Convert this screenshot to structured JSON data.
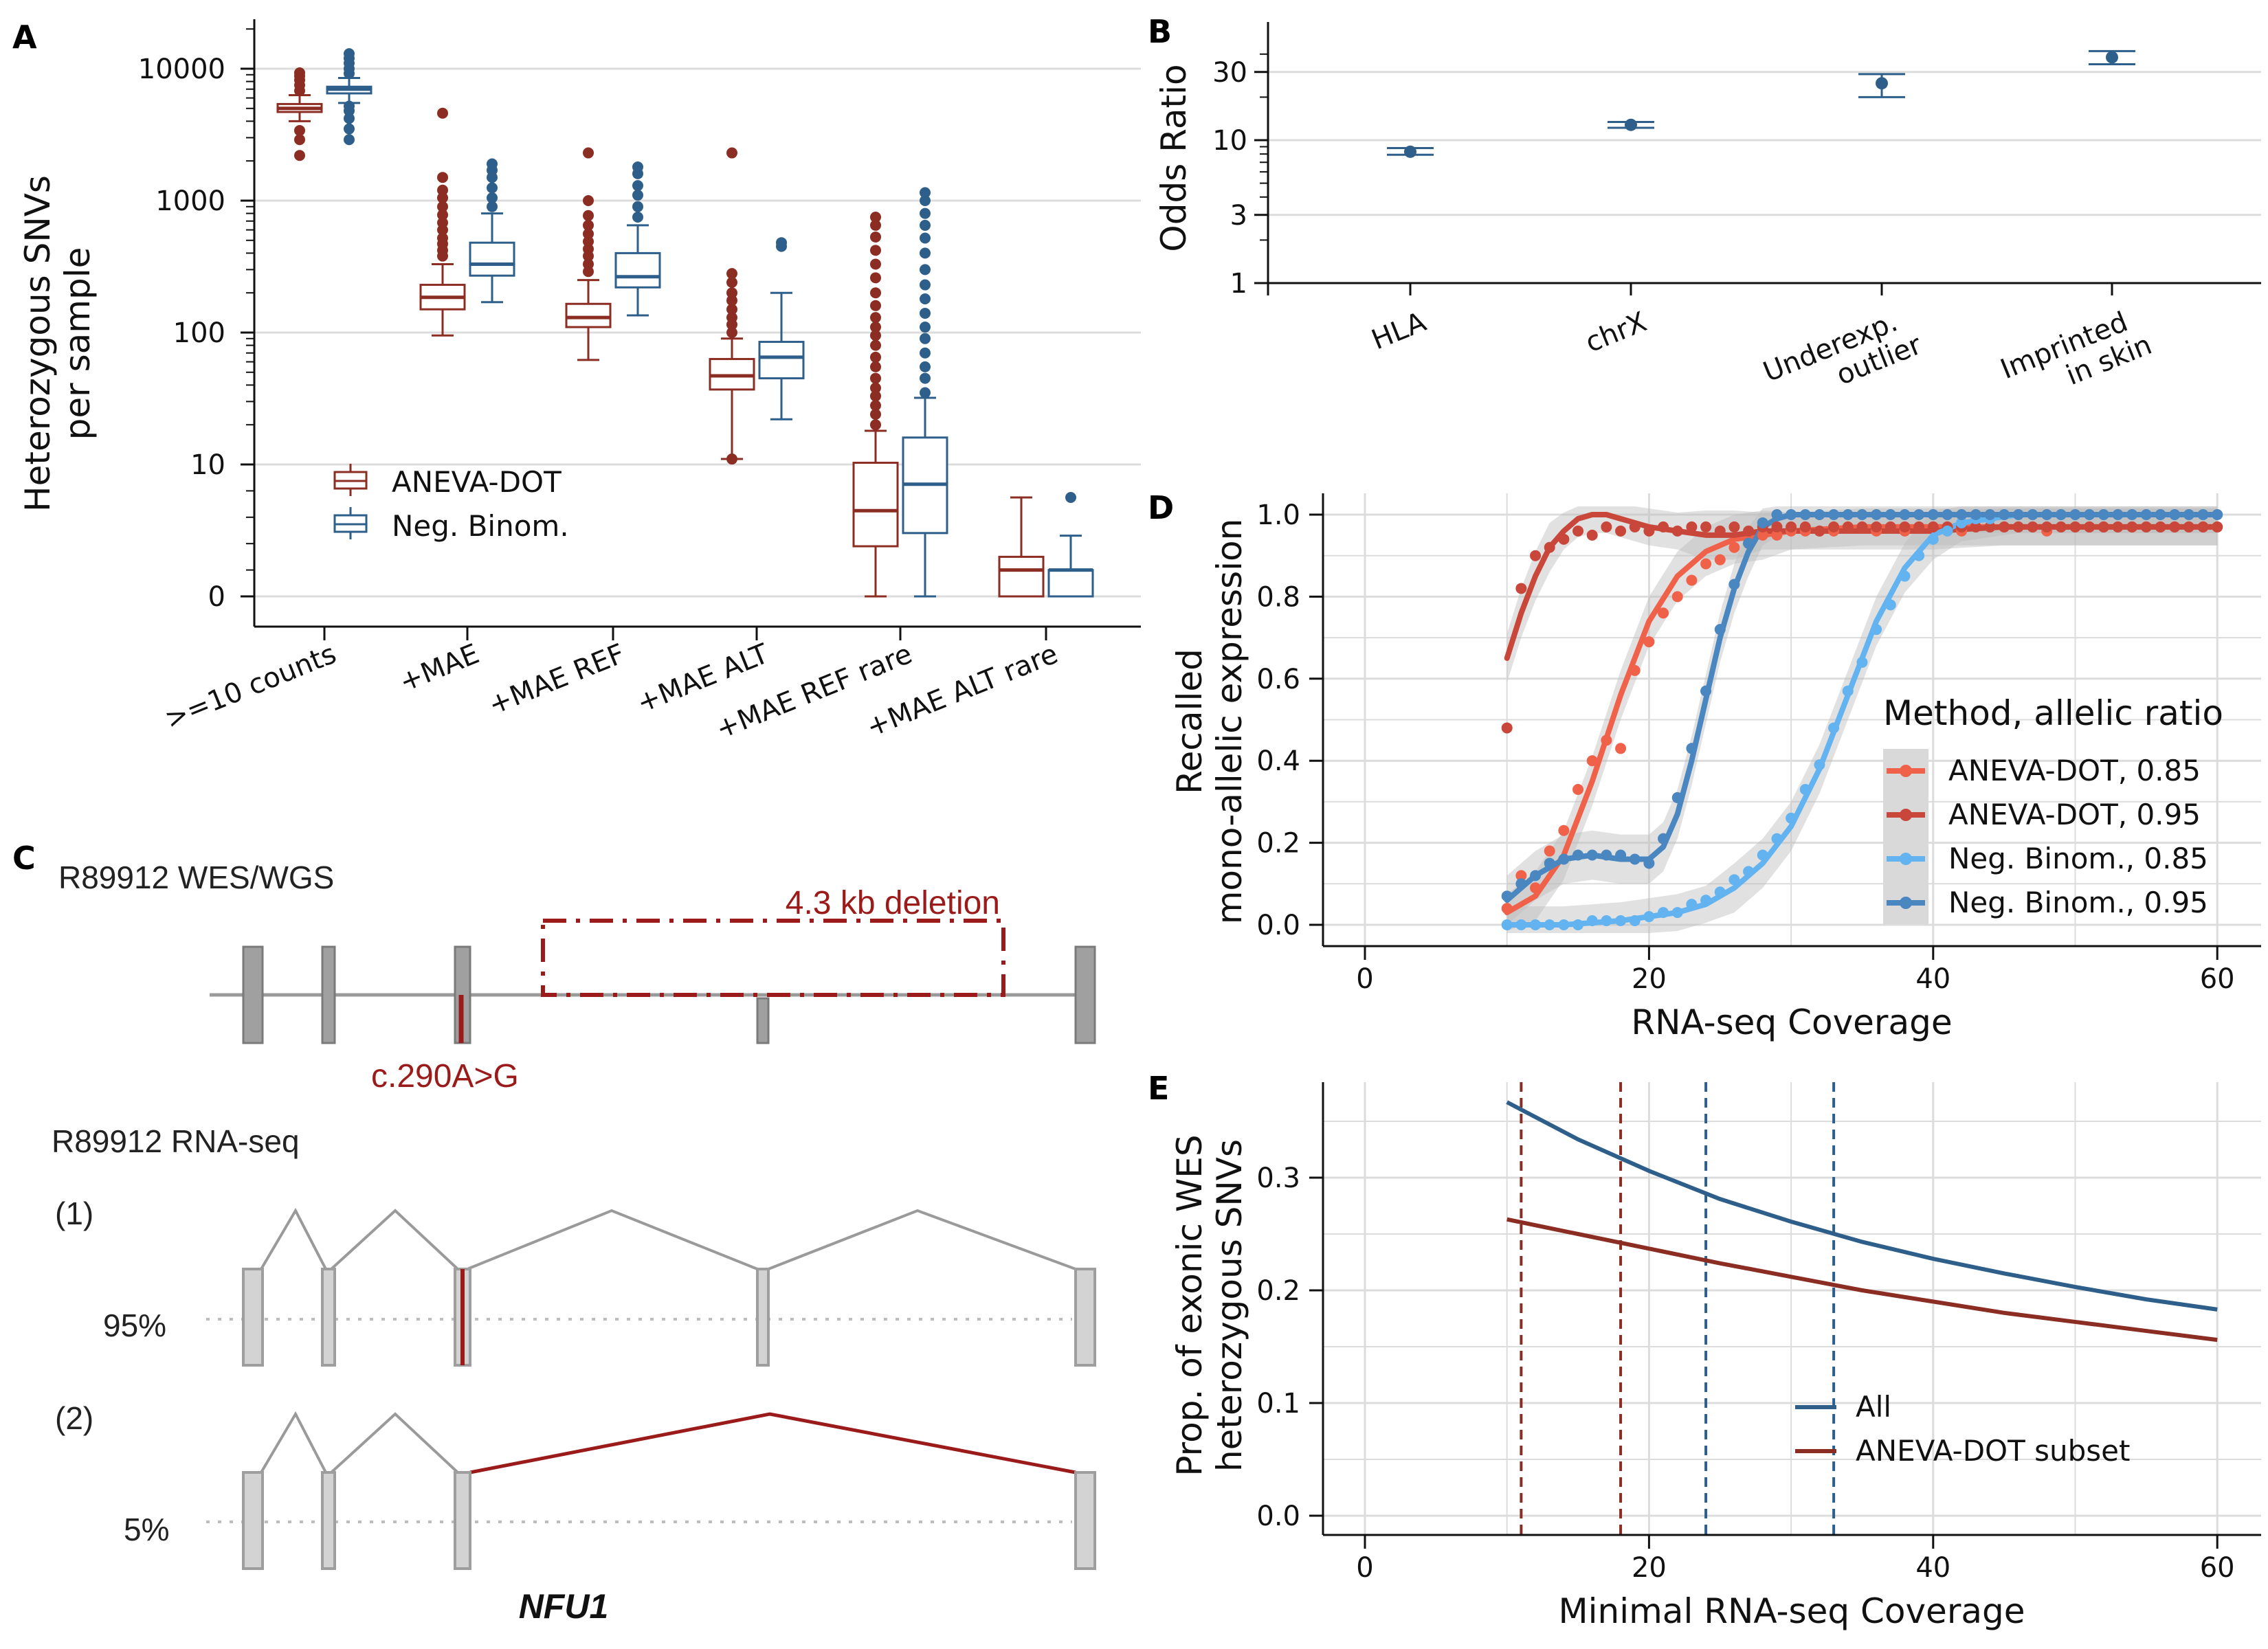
{
  "panels": {
    "A": {
      "label": "A"
    },
    "B": {
      "label": "B"
    },
    "C": {
      "label": "C"
    },
    "D": {
      "label": "D"
    },
    "E": {
      "label": "E"
    }
  },
  "colors": {
    "aneva": "#8c2d23",
    "negbinom": "#2e5f8a",
    "aneva085": "#f0614a",
    "aneva095": "#c8473a",
    "nb085": "#63b3f0",
    "nb095": "#4a86c0",
    "grid": "#dcdcdc",
    "exon": "#a8a8a8",
    "variant": "#9b1b1b"
  },
  "chart_data": [
    {
      "panel": "A",
      "type": "box",
      "ylabel": "Heterozygous SNVs per sample",
      "ylabel_lines": [
        "Heterozygous SNVs",
        "per sample"
      ],
      "yscale": "symlog",
      "yticks": [
        "0",
        "10",
        "100",
        "1000",
        "10000"
      ],
      "categories": [
        ">=10 counts",
        "+MAE",
        "+MAE REF",
        "+MAE ALT",
        "+MAE REF rare",
        "+MAE ALT rare"
      ],
      "legend": [
        "ANEVA-DOT",
        "Neg. Binom."
      ],
      "series": [
        {
          "name": "ANEVA-DOT",
          "boxes": [
            {
              "q1": 4700,
              "median": 5000,
              "q3": 5400,
              "wlo": 4000,
              "whi": 6300,
              "outliers": [
                2200,
                2900,
                3400,
                6800,
                7500,
                8200,
                8800,
                9300
              ]
            },
            {
              "q1": 150,
              "median": 185,
              "q3": 230,
              "wlo": 95,
              "whi": 330,
              "outliers": [
                380,
                420,
                470,
                520,
                600,
                680,
                780,
                900,
                1050,
                1200,
                1500,
                4600
              ]
            },
            {
              "q1": 110,
              "median": 130,
              "q3": 165,
              "wlo": 62,
              "whi": 250,
              "outliers": [
                290,
                330,
                380,
                430,
                490,
                560,
                650,
                770,
                1000,
                2300
              ]
            },
            {
              "q1": 37,
              "median": 47,
              "q3": 63,
              "wlo": 11,
              "whi": 90,
              "outliers": [
                11,
                100,
                115,
                130,
                150,
                175,
                200,
                240,
                280,
                2300
              ]
            },
            {
              "q1": 3.8,
              "median": 6.5,
              "q3": 10.3,
              "wlo": 0,
              "whi": 18,
              "outliers": [
                20,
                24,
                28,
                33,
                38,
                45,
                55,
                65,
                80,
                95,
                110,
                130,
                160,
                200,
                260,
                330,
                420,
                530,
                650,
                750
              ]
            },
            {
              "q1": 0,
              "median": 2,
              "q3": 3,
              "wlo": 0,
              "whi": 7.5,
              "outliers": []
            }
          ]
        },
        {
          "name": "Neg. Binom.",
          "boxes": [
            {
              "q1": 6500,
              "median": 7000,
              "q3": 7300,
              "wlo": 5500,
              "whi": 8500,
              "outliers": [
                2900,
                3500,
                4200,
                4800,
                5200,
                9200,
                10000,
                11000,
                12000,
                13000
              ]
            },
            {
              "q1": 270,
              "median": 330,
              "q3": 480,
              "wlo": 170,
              "whi": 800,
              "outliers": [
                900,
                1050,
                1250,
                1500,
                1700,
                1900
              ]
            },
            {
              "q1": 220,
              "median": 265,
              "q3": 400,
              "wlo": 135,
              "whi": 650,
              "outliers": [
                750,
                900,
                1100,
                1300,
                1600,
                1800
              ]
            },
            {
              "q1": 45,
              "median": 65,
              "q3": 85,
              "wlo": 22,
              "whi": 200,
              "outliers": [
                450,
                480
              ]
            },
            {
              "q1": 4.8,
              "median": 8.5,
              "q3": 16,
              "wlo": 0,
              "whi": 32,
              "outliers": [
                35,
                45,
                55,
                70,
                90,
                110,
                140,
                180,
                230,
                300,
                400,
                520,
                650,
                800,
                1000,
                1150
              ]
            },
            {
              "q1": 0,
              "median": 2,
              "q3": 2,
              "wlo": 0,
              "whi": 4.6,
              "outliers": [
                7.5
              ]
            }
          ]
        }
      ]
    },
    {
      "panel": "B",
      "type": "errorbar",
      "ylabel": "Odds Ratio",
      "yscale": "log",
      "yticks": [
        "1",
        "3",
        "10",
        "30"
      ],
      "categories": [
        "HLA",
        "chrX",
        "Underexp. outlier",
        "Imprinted in skin"
      ],
      "category_lines": [
        [
          "HLA"
        ],
        [
          "chrX"
        ],
        [
          "Underexp.",
          "outlier"
        ],
        [
          "Imprinted",
          "in skin"
        ]
      ],
      "values": [
        8.3,
        12.8,
        25,
        38
      ],
      "ci_low": [
        7.9,
        12.2,
        20,
        34
      ],
      "ci_high": [
        8.8,
        13.4,
        29,
        42
      ]
    },
    {
      "panel": "D",
      "type": "line",
      "xlabel": "RNA-seq Coverage",
      "ylabel": "Recalled mono-allelic expression",
      "ylabel_lines": [
        "Recalled",
        "mono-allelic expression"
      ],
      "xticks": [
        "0",
        "20",
        "40",
        "60"
      ],
      "yticks": [
        "0.0",
        "0.2",
        "0.4",
        "0.6",
        "0.8",
        "1.0"
      ],
      "xlim": [
        -3,
        63
      ],
      "ylim": [
        -0.06,
        1.05
      ],
      "legend_title": "Method, allelic ratio",
      "x": [
        10,
        11,
        12,
        13,
        14,
        15,
        16,
        17,
        18,
        19,
        20,
        21,
        22,
        23,
        24,
        25,
        26,
        27,
        28,
        29,
        30,
        31,
        32,
        33,
        34,
        35,
        36,
        37,
        38,
        39,
        40,
        41,
        42,
        43,
        44,
        45,
        46,
        47,
        48,
        49,
        50,
        51,
        52,
        53,
        54,
        55,
        56,
        57,
        58,
        59,
        60
      ],
      "series": [
        {
          "name": "ANEVA-DOT, 0.85",
          "values": [
            0.04,
            0.12,
            0.09,
            0.18,
            0.23,
            0.33,
            0.4,
            0.45,
            0.43,
            0.62,
            0.69,
            0.76,
            0.8,
            0.84,
            0.88,
            0.89,
            0.92,
            0.93,
            0.95,
            0.95,
            0.96,
            0.96,
            0.96,
            0.96,
            0.97,
            0.97,
            0.96,
            0.97,
            0.96,
            0.97,
            0.97,
            0.97,
            0.96,
            0.97,
            0.97,
            0.97,
            0.97,
            0.97,
            0.96,
            0.97,
            0.97,
            0.97,
            0.97,
            0.97,
            0.97,
            0.97,
            0.97,
            0.97,
            0.97,
            0.97,
            0.97
          ]
        },
        {
          "name": "ANEVA-DOT, 0.95",
          "values": [
            0.48,
            0.82,
            0.9,
            0.92,
            0.94,
            0.96,
            0.95,
            0.97,
            0.96,
            0.97,
            0.96,
            0.97,
            0.96,
            0.97,
            0.97,
            0.96,
            0.97,
            0.96,
            0.97,
            0.97,
            0.97,
            0.97,
            0.96,
            0.97,
            0.97,
            0.97,
            0.97,
            0.97,
            0.97,
            0.97,
            0.97,
            0.97,
            0.97,
            0.97,
            0.97,
            0.97,
            0.97,
            0.97,
            0.97,
            0.97,
            0.97,
            0.97,
            0.97,
            0.97,
            0.97,
            0.97,
            0.97,
            0.97,
            0.97,
            0.97,
            0.97
          ]
        },
        {
          "name": "Neg. Binom., 0.85",
          "values": [
            0.0,
            0.0,
            0.0,
            0.0,
            0.0,
            0.0,
            0.01,
            0.01,
            0.01,
            0.01,
            0.02,
            0.03,
            0.03,
            0.05,
            0.06,
            0.08,
            0.11,
            0.13,
            0.17,
            0.21,
            0.26,
            0.33,
            0.39,
            0.48,
            0.57,
            0.64,
            0.72,
            0.78,
            0.85,
            0.9,
            0.94,
            0.96,
            0.98,
            0.99,
            0.99,
            1.0,
            1.0,
            1.0,
            1.0,
            1.0,
            1.0,
            1.0,
            1.0,
            1.0,
            1.0,
            1.0,
            1.0,
            1.0,
            1.0,
            1.0,
            1.0
          ]
        },
        {
          "name": "Neg. Binom., 0.95",
          "values": [
            0.07,
            0.1,
            0.12,
            0.15,
            0.16,
            0.17,
            0.17,
            0.17,
            0.17,
            0.16,
            0.15,
            0.21,
            0.31,
            0.43,
            0.57,
            0.72,
            0.83,
            0.93,
            0.98,
            1.0,
            1.0,
            1.0,
            1.0,
            1.0,
            1.0,
            1.0,
            1.0,
            1.0,
            1.0,
            1.0,
            1.0,
            1.0,
            1.0,
            1.0,
            1.0,
            1.0,
            1.0,
            1.0,
            1.0,
            1.0,
            1.0,
            1.0,
            1.0,
            1.0,
            1.0,
            1.0,
            1.0,
            1.0,
            1.0,
            1.0,
            1.0
          ]
        }
      ],
      "fits": [
        {
          "name": "ANEVA-DOT, 0.85",
          "x": [
            10,
            12,
            14,
            16,
            18,
            20,
            22,
            24,
            26,
            28,
            30,
            35,
            40,
            45,
            50,
            55,
            60
          ],
          "values": [
            0.03,
            0.07,
            0.17,
            0.35,
            0.56,
            0.74,
            0.85,
            0.91,
            0.94,
            0.95,
            0.96,
            0.97,
            0.97,
            0.97,
            0.97,
            0.97,
            0.97
          ]
        },
        {
          "name": "ANEVA-DOT, 0.95",
          "x": [
            10,
            11,
            12,
            13,
            14,
            15,
            16,
            17,
            18,
            19,
            20,
            22,
            24,
            26,
            28,
            30,
            35,
            40,
            45,
            50,
            55,
            60
          ],
          "values": [
            0.65,
            0.76,
            0.85,
            0.92,
            0.96,
            0.99,
            1.0,
            1.0,
            0.99,
            0.98,
            0.97,
            0.96,
            0.95,
            0.95,
            0.96,
            0.96,
            0.96,
            0.96,
            0.97,
            0.97,
            0.97,
            0.97
          ]
        },
        {
          "name": "Neg. Binom., 0.85",
          "x": [
            10,
            14,
            18,
            20,
            22,
            24,
            26,
            28,
            30,
            32,
            34,
            36,
            38,
            40,
            42,
            44,
            46,
            50,
            55,
            60
          ],
          "values": [
            0.0,
            0.0,
            0.01,
            0.02,
            0.03,
            0.05,
            0.09,
            0.15,
            0.24,
            0.38,
            0.56,
            0.74,
            0.87,
            0.95,
            0.98,
            0.99,
            1.0,
            1.0,
            1.0,
            1.0
          ]
        },
        {
          "name": "Neg. Binom., 0.95",
          "x": [
            10,
            12,
            14,
            16,
            18,
            20,
            21,
            22,
            23,
            24,
            25,
            26,
            27,
            28,
            29,
            30,
            35,
            40,
            50,
            60
          ],
          "values": [
            0.06,
            0.12,
            0.16,
            0.17,
            0.16,
            0.16,
            0.19,
            0.27,
            0.4,
            0.55,
            0.7,
            0.82,
            0.91,
            0.97,
            0.99,
            1.0,
            1.0,
            1.0,
            1.0,
            1.0
          ]
        }
      ]
    },
    {
      "panel": "E",
      "type": "line",
      "xlabel": "Minimal RNA-seq Coverage",
      "ylabel": "Prop. of exonic WES heterozygous SNVs",
      "ylabel_lines": [
        "Prop. of exonic WES",
        "heterozygous SNVs"
      ],
      "xticks": [
        "0",
        "20",
        "40",
        "60"
      ],
      "yticks": [
        "0.0",
        "0.1",
        "0.2",
        "0.3"
      ],
      "xlim": [
        -3,
        63
      ],
      "ylim": [
        -0.01,
        0.385
      ],
      "x": [
        10,
        15,
        20,
        25,
        30,
        35,
        40,
        45,
        50,
        55,
        60
      ],
      "series": [
        {
          "name": "All",
          "values": [
            0.367,
            0.334,
            0.306,
            0.281,
            0.261,
            0.243,
            0.228,
            0.215,
            0.203,
            0.192,
            0.183
          ]
        },
        {
          "name": "ANEVA-DOT subset",
          "values": [
            0.263,
            0.25,
            0.237,
            0.224,
            0.212,
            0.2,
            0.19,
            0.18,
            0.172,
            0.164,
            0.156
          ]
        }
      ],
      "vlines": [
        {
          "series": "ANEVA-DOT subset",
          "x": 11
        },
        {
          "series": "ANEVA-DOT subset",
          "x": 18
        },
        {
          "series": "All",
          "x": 24
        },
        {
          "series": "All",
          "x": 33
        }
      ]
    }
  ],
  "gene_diagram": {
    "wes_title": "R89912 WES/WGS",
    "deletion_label": "4.3 kb deletion",
    "variant_label": "c.290A>G",
    "rna_title": "R89912 RNA-seq",
    "isoform1_label": "(1)",
    "isoform1_pct": "95%",
    "isoform2_label": "(2)",
    "isoform2_pct": "5%",
    "gene_name": "NFU1"
  }
}
